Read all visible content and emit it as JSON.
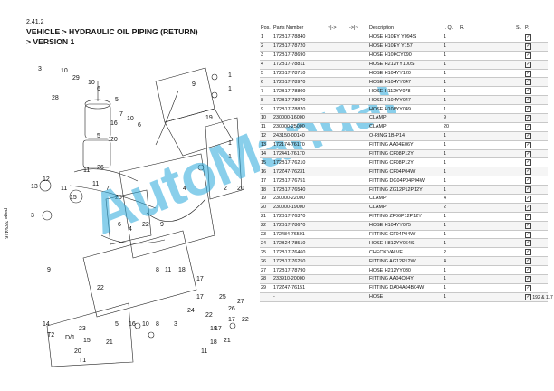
{
  "header": {
    "section": "2.41.2",
    "breadcrumb_line1": "VEHICLE > HYDRAULIC OIL PIPING (RETURN)",
    "breadcrumb_line2": "> VERSION 1",
    "page_label": "page 333/416"
  },
  "watermark": "AutoManual",
  "table": {
    "columns": [
      "Pos.",
      "Parts Number",
      "~|->",
      "->|~",
      "Description",
      "I. Q.",
      "R.",
      "S.",
      "P."
    ],
    "rows": [
      [
        "1",
        "172B17-78840",
        "",
        "",
        "HOSE H10EY Y094S",
        "1",
        "",
        ""
      ],
      [
        "2",
        "172B17-78720",
        "",
        "",
        "HOSE H10EY Y157",
        "1",
        "",
        ""
      ],
      [
        "3",
        "172B17-78690",
        "",
        "",
        "HOSE H10KCY090",
        "1",
        "",
        ""
      ],
      [
        "4",
        "172B17-78811",
        "",
        "",
        "HOSE H212YY100S",
        "1",
        "",
        ""
      ],
      [
        "5",
        "172B17-78710",
        "",
        "",
        "HOSE H104YY120",
        "1",
        "",
        ""
      ],
      [
        "6",
        "172B17-78970",
        "",
        "",
        "HOSE H104YY047",
        "1",
        "",
        ""
      ],
      [
        "7",
        "172B17-78800",
        "",
        "",
        "HOSE H112YY078",
        "1",
        "",
        ""
      ],
      [
        "8",
        "172B17-78970",
        "",
        "",
        "HOSE H104YY047",
        "1",
        "",
        ""
      ],
      [
        "9",
        "172B17-78820",
        "",
        "",
        "HOSE H108YY049",
        "1",
        "",
        ""
      ],
      [
        "10",
        "230000-16000",
        "",
        "",
        "CLAMP",
        "9",
        "",
        ""
      ],
      [
        "11",
        "230000-25000",
        "",
        "",
        "CLAMP",
        "20",
        "",
        ""
      ],
      [
        "12",
        "243150-00140",
        "",
        "",
        "O-RING 1B-P14",
        "1",
        "",
        ""
      ],
      [
        "13",
        "172174-76170",
        "",
        "",
        "FITTING AA04E06Y",
        "1",
        "",
        ""
      ],
      [
        "14",
        "172441-76170",
        "",
        "",
        "FITTING CF08P12Y",
        "1",
        "",
        ""
      ],
      [
        "15",
        "172B17-76210",
        "",
        "",
        "FITTING CF08P12Y",
        "1",
        "",
        ""
      ],
      [
        "16",
        "172Z47-76231",
        "",
        "",
        "FITTING CF04P04W",
        "1",
        "",
        ""
      ],
      [
        "17",
        "172B17-76751",
        "",
        "",
        "FITTING DG04P04P04W",
        "1",
        "",
        ""
      ],
      [
        "18",
        "172B17-76540",
        "",
        "",
        "FITTING ZG12P12P12Y",
        "1",
        "",
        ""
      ],
      [
        "19",
        "230000-22000",
        "",
        "",
        "CLAMP",
        "4",
        "",
        ""
      ],
      [
        "20",
        "230000-19000",
        "",
        "",
        "CLAMP",
        "2",
        "",
        ""
      ],
      [
        "21",
        "172B17-76370",
        "",
        "",
        "FITTING ZF06P12P12Y",
        "1",
        "",
        ""
      ],
      [
        "22",
        "172B17-78670",
        "",
        "",
        "HOSE H104YY075",
        "1",
        "",
        ""
      ],
      [
        "23",
        "172484-76501",
        "",
        "",
        "FITTING CF04P04W",
        "1",
        "",
        ""
      ],
      [
        "24",
        "172B24-78510",
        "",
        "",
        "HOSE H812YY064S",
        "1",
        "",
        ""
      ],
      [
        "25",
        "172B17-76460",
        "",
        "",
        "CHECK VALVE",
        "2",
        "",
        ""
      ],
      [
        "26",
        "172B17-76250",
        "",
        "",
        "FITTING AG12P12W",
        "4",
        "",
        ""
      ],
      [
        "27",
        "172B17-78790",
        "",
        "",
        "HOSE H212YY030",
        "1",
        "",
        ""
      ],
      [
        "28",
        "233910-20000",
        "",
        "",
        "FITTING AA04C04Y",
        "1",
        "",
        ""
      ],
      [
        "29",
        "172Z47-76151",
        "",
        "",
        "FITTING DA04A04B04W",
        "1",
        "",
        ""
      ],
      [
        "",
        "-",
        "",
        "",
        "HOSE",
        "1",
        "",
        "192 & 117"
      ]
    ]
  },
  "drawing_labels": [
    "3",
    "10",
    "29",
    "10",
    "6",
    "28",
    "5",
    "7",
    "16",
    "10",
    "6",
    "20",
    "5",
    "12",
    "3",
    "13",
    "11",
    "1",
    "19",
    "9",
    "4",
    "1",
    "1",
    "1",
    "26",
    "11",
    "15",
    "11",
    "7",
    "25",
    "6",
    "4",
    "22",
    "9",
    "2",
    "20",
    "9",
    "8",
    "11",
    "18",
    "22",
    "17",
    "5",
    "16",
    "10",
    "8",
    "3",
    "27",
    "14",
    "T2",
    "D/1",
    "23",
    "15",
    "21",
    "17",
    "24",
    "25",
    "26",
    "18",
    "17",
    "22",
    "20",
    "11",
    "18",
    "21",
    "17",
    "22",
    "T1"
  ]
}
